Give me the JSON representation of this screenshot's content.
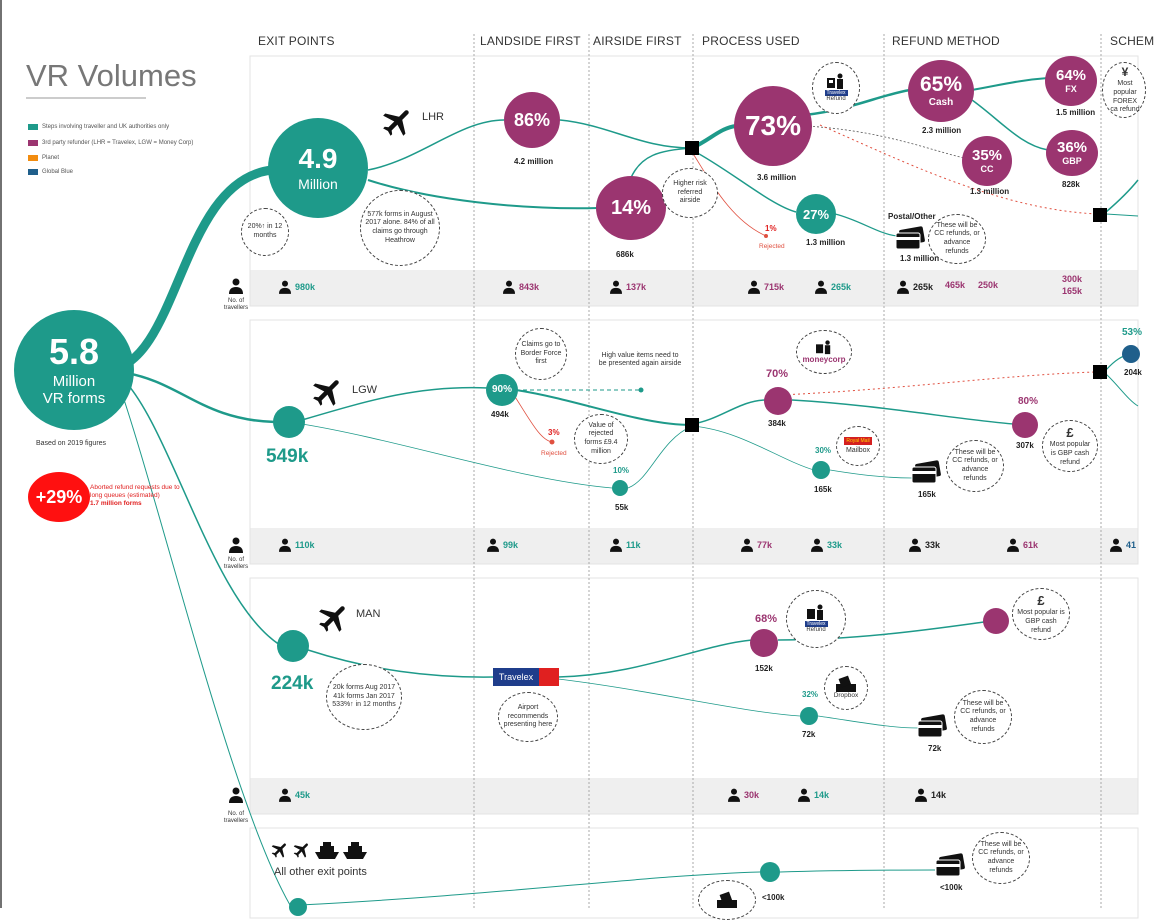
{
  "title": "VR Volumes",
  "legend": [
    {
      "label": "Steps involving traveller and UK authorities only",
      "color": "#1e9a8a"
    },
    {
      "label": "3rd party refunder (LHR = Travelex, LGW = Money Corp)",
      "color": "#9b3570"
    },
    {
      "label": "Planet",
      "color": "#f28c0f"
    },
    {
      "label": "Global Blue",
      "color": "#1f5f8b"
    }
  ],
  "columns": [
    "EXIT POINTS",
    "LANDSIDE FIRST",
    "AIRSIDE FIRST",
    "PROCESS USED",
    "REFUND METHOD",
    "SCHEM"
  ],
  "total": {
    "value": "5.8",
    "line1": "Million",
    "line2": "VR forms",
    "note": "Based on 2019 figures"
  },
  "aborted": {
    "value": "+29%",
    "line1": "Aborted refund requests due to",
    "line2": "long queues (estimated)",
    "line3": "1.7 million forms"
  },
  "travellers_label": "No. of travellers",
  "lhr": {
    "name": "LHR",
    "exit_value": "4.9",
    "exit_unit": "Million",
    "growth_note": "20%↑ in 12 months",
    "august_note": "577k forms in August 2017 alone. 84% of all claims go through Heathrow",
    "landside_pct": "86%",
    "landside_val": "4.2 million",
    "airside_pct": "14%",
    "airside_val": "686k",
    "airside_note": "Higher risk referred airside",
    "process_pct": "73%",
    "process_val": "3.6 million",
    "refunder_icon_label": "Refund",
    "rejected_pct": "1%",
    "rejected_label": "Rejected",
    "postal_pct": "27%",
    "postal_val": "1.3 million",
    "cash_pct": "65%",
    "cash_label": "Cash",
    "cash_val": "2.3 million",
    "cc_pct": "35%",
    "cc_label": "CC",
    "cc_val": "1.3 million",
    "fx_pct": "64%",
    "fx_label": "FX",
    "fx_val": "1.5 million",
    "gbp_pct": "36%",
    "gbp_label": "GBP",
    "gbp_val": "828k",
    "postal_label": "Postal/Other",
    "postal_card_val": "1.3 million",
    "cc_note": "These will be CC refunds, or advance refunds",
    "forex_note": "Most popular FOREX ca refund",
    "travellers": [
      "980k",
      "843k",
      "137k",
      "715k",
      "265k",
      "265k",
      "465k",
      "250k",
      "300k",
      "165k"
    ]
  },
  "lgw": {
    "name": "LGW",
    "exit_value": "549k",
    "border_note": "Claims go to Border Force first",
    "highvalue_note": "High value items need to be presented again airside",
    "landside_pct": "90%",
    "landside_val": "494k",
    "rejected_pct": "3%",
    "rejected_label": "Rejected",
    "rejected_note": "Value of rejected forms £9.4 million",
    "airside_pct": "10%",
    "airside_val": "55k",
    "process_pct": "70%",
    "process_val": "384k",
    "refunder_brand": "moneycorp",
    "mailbox_pct": "30%",
    "mailbox_val": "165k",
    "mailbox_label": "Mailbox",
    "royal_mail": "Royal Mail",
    "card_val": "165k",
    "cc_note": "These will be CC refunds, or advance refunds",
    "gbp_pct": "80%",
    "gbp_val": "307k",
    "gbp_note": "Most popular is GBP cash refund",
    "right_pct": "53%",
    "right_val": "204k",
    "travellers": [
      "110k",
      "99k",
      "11k",
      "77k",
      "33k",
      "33k",
      "61k",
      "41"
    ]
  },
  "man": {
    "name": "MAN",
    "exit_value": "224k",
    "growth_note": "20k forms Aug 2017 41k forms Jan 2017 533%↑ in 12 months",
    "travelex_label": "Travelex",
    "airport_note": "Airport recommends presenting here",
    "process_pct": "68%",
    "process_val": "152k",
    "refunder_icon_label": "Refund",
    "dropbox_pct": "32%",
    "dropbox_val": "72k",
    "dropbox_label": "Dropbox",
    "card_val": "72k",
    "cc_note": "These will be CC refunds, or advance refunds",
    "gbp_note": "Most popular is GBP cash refund",
    "travellers": [
      "45k",
      "30k",
      "14k",
      "14k"
    ]
  },
  "other": {
    "name": "All other exit points",
    "card_val": "<100k",
    "dropbox_val": "<100k",
    "cc_note": "These will be CC refunds, or advance refunds"
  },
  "colors": {
    "teal": "#1e9a8a",
    "magenta": "#9b3570",
    "red": "#ff1010",
    "orange": "#f28c0f",
    "blue": "#1f5f8b"
  }
}
